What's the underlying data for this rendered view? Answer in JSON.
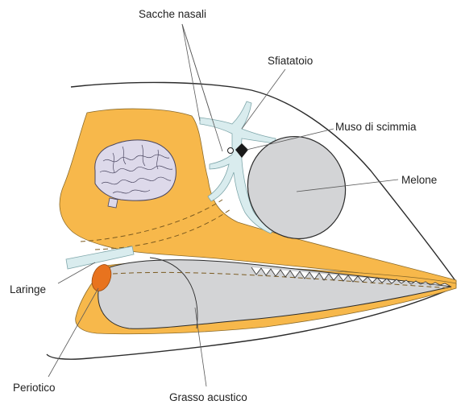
{
  "labels": {
    "nasal_sacs": "Sacche nasali",
    "blowhole": "Sfiatatoio",
    "monkey_lips": "Muso di scimmia",
    "melon": "Melone",
    "larynx": "Laringe",
    "periotic": "Periotico",
    "acoustic_fat": "Grasso acustico"
  },
  "colors": {
    "bone": "#f7b84b",
    "fat": "#d3d4d6",
    "nasal_passage": "#d9ecee",
    "periotic": "#e8731e",
    "brain": "#ddd9ea",
    "outline": "#2b2b2b"
  }
}
